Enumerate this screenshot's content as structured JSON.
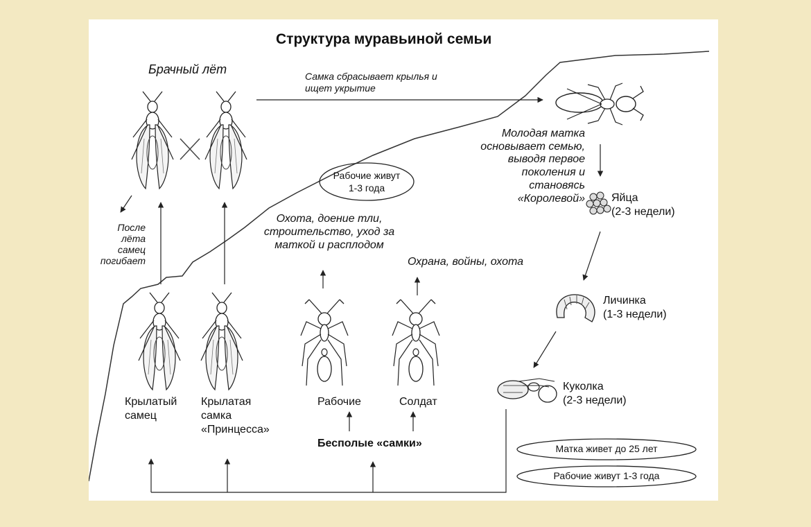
{
  "title": "Структура муравьиной семьи",
  "nuptial_flight": "Брачный лёт",
  "female_action": [
    "Самка сбрасывает крылья и",
    "ищет укрытие"
  ],
  "young_queen": [
    "Молодая матка",
    "основывает семью,",
    "выводя первое",
    "поколения и",
    "становясь",
    "«Королевой»"
  ],
  "male_dies": [
    "После",
    "лёта",
    "самец",
    "погибает"
  ],
  "workers_live_oval": [
    "Рабочие живут",
    "1-3 года"
  ],
  "worker_tasks": [
    "Охота, доение тли,",
    "строительство, уход за",
    "маткой и расплодом"
  ],
  "soldier_tasks": "Охрана, войны, охота",
  "stages": {
    "eggs": [
      "Яйца",
      "(2-3 недели)"
    ],
    "larva": [
      "Личинка",
      "(1-3 недели)"
    ],
    "pupa": [
      "Куколка",
      "(2-3 недели)"
    ]
  },
  "castes": {
    "winged_male": [
      "Крылатый",
      "самец"
    ],
    "winged_female": [
      "Крылатая",
      "самка",
      "«Принцесса»"
    ],
    "workers": "Рабочие",
    "soldier": "Солдат",
    "wingless_females": "Бесполые «самки»"
  },
  "queen_lifespan": "Матка живет до 25 лет",
  "workers_lifespan": "Рабочие живут 1-3 года"
}
